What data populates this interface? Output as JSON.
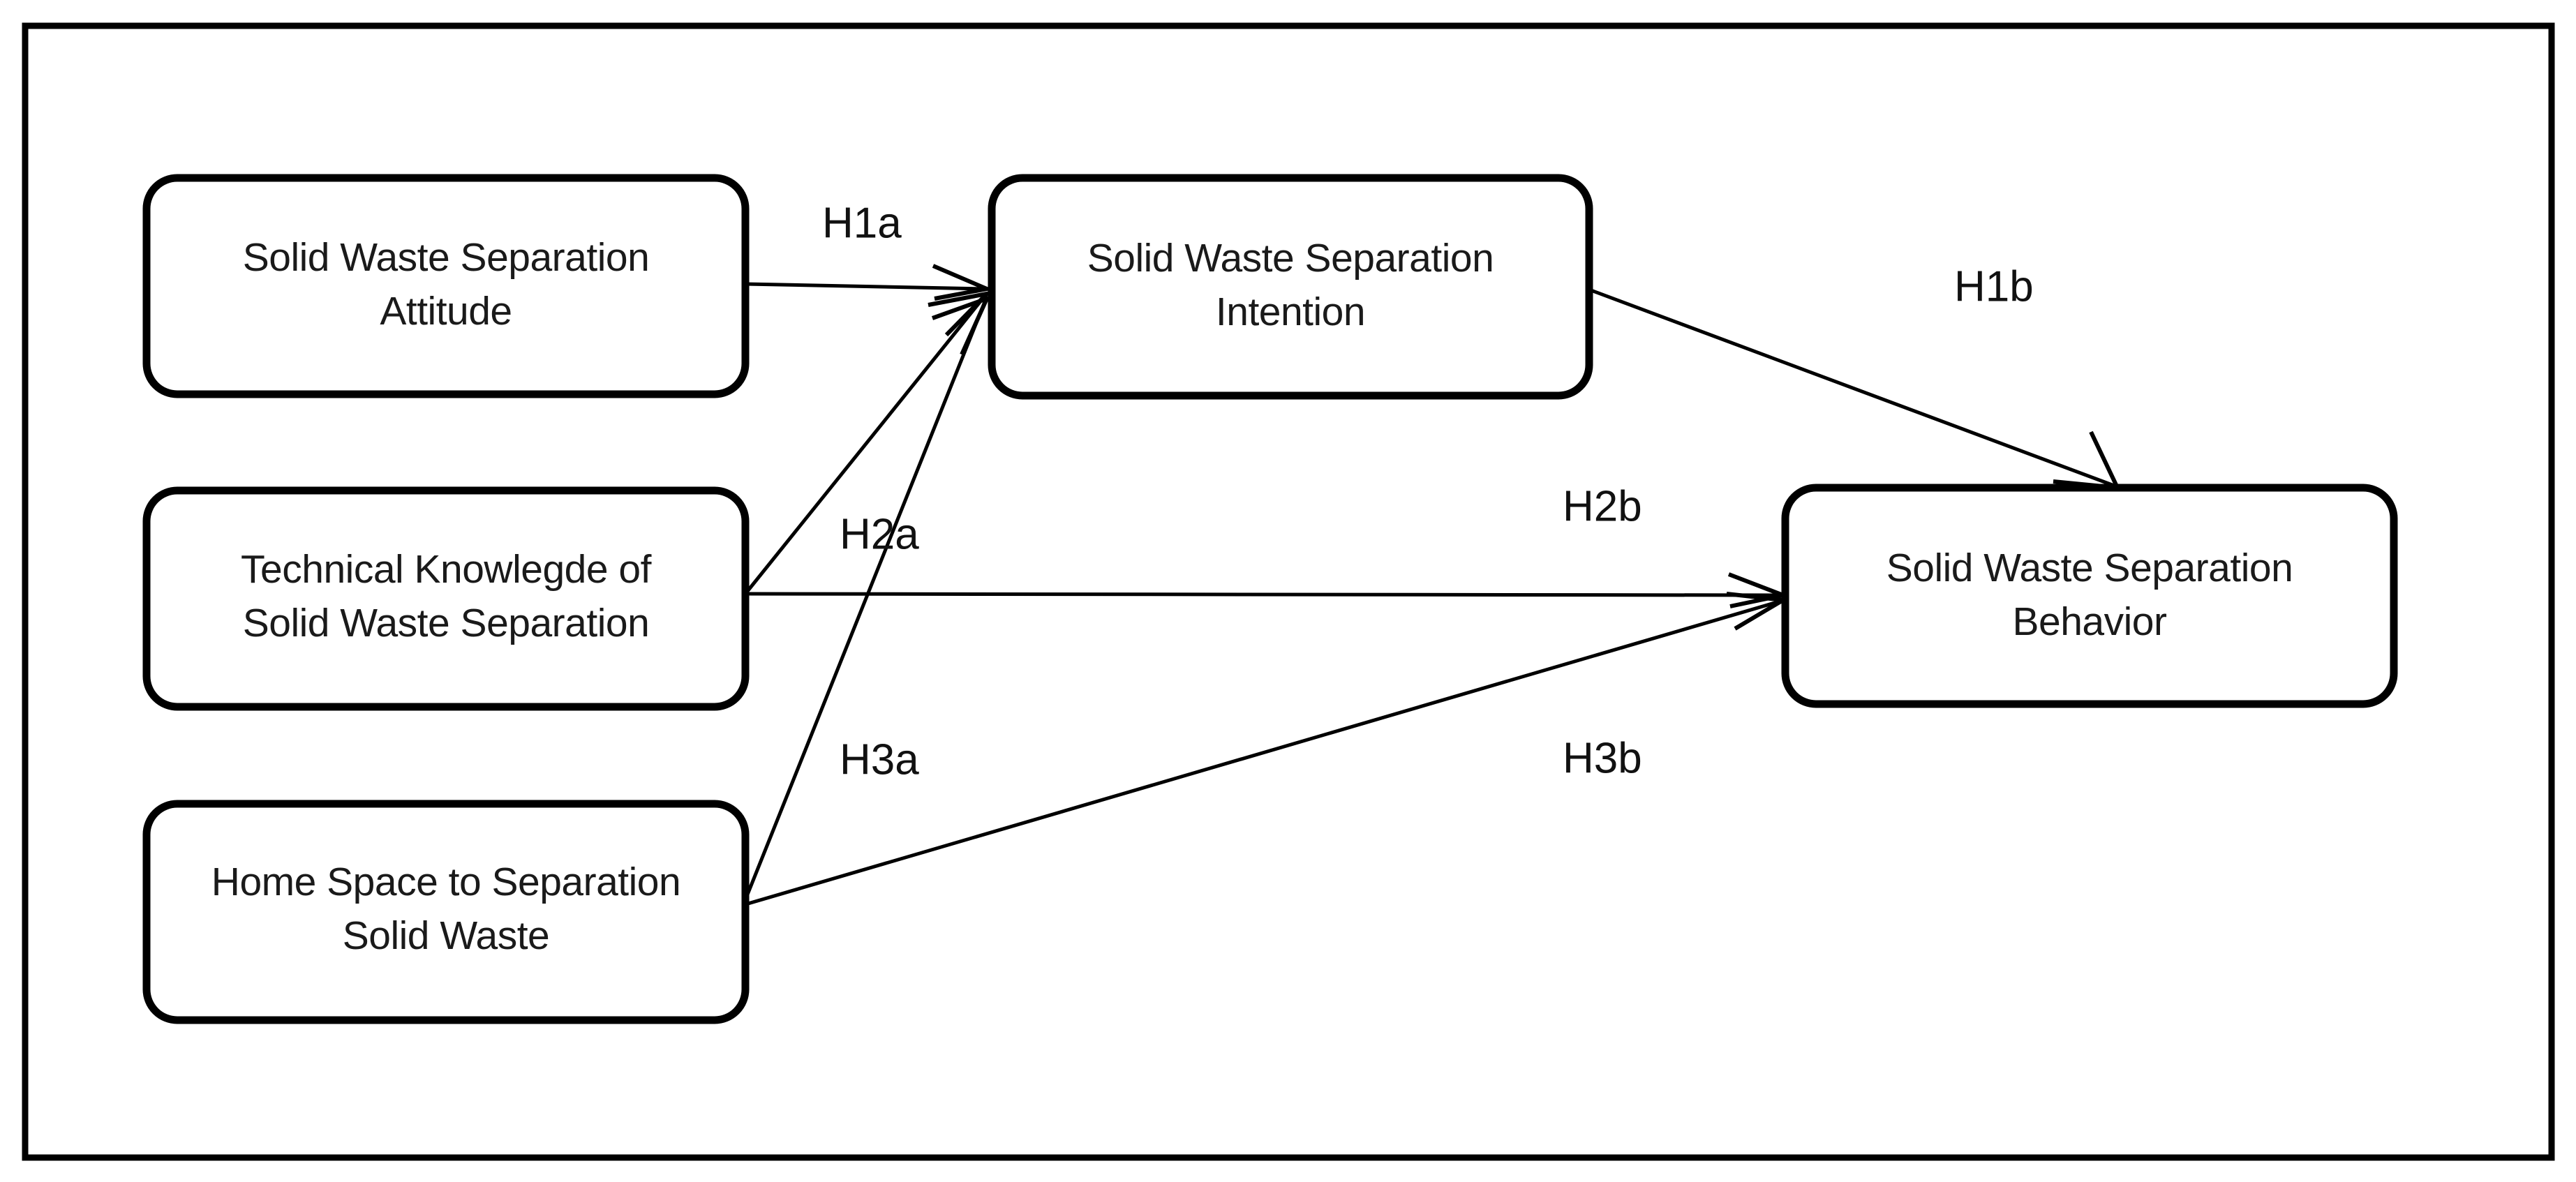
{
  "diagram": {
    "type": "conceptual-research-model",
    "background_color": "#ffffff",
    "line_color": "#000000",
    "frame": {
      "label": "outer-frame"
    },
    "nodes": [
      {
        "id": "attitude",
        "lines": [
          "Solid Waste Separation",
          "Attitude"
        ],
        "line1": "Solid Waste Separation",
        "line2": "Attitude"
      },
      {
        "id": "knowledge",
        "lines": [
          "Technical Knowlegde of",
          "Solid Waste Separation"
        ],
        "line1": "Technical Knowlegde of",
        "line2": "Solid Waste Separation"
      },
      {
        "id": "home-space",
        "lines": [
          "Home Space to Separation",
          "Solid Waste"
        ],
        "line1": "Home Space to Separation",
        "line2": "Solid Waste"
      },
      {
        "id": "intention",
        "lines": [
          "Solid Waste Separation",
          "Intention"
        ],
        "line1": "Solid Waste Separation",
        "line2": "Intention"
      },
      {
        "id": "behavior",
        "lines": [
          "Solid Waste Separation",
          "Behavior"
        ],
        "line1": "Solid Waste Separation",
        "line2": "Behavior"
      }
    ],
    "edges": [
      {
        "id": "h1a",
        "label": "H1a",
        "from": "attitude",
        "to": "intention"
      },
      {
        "id": "h1b",
        "label": "H1b",
        "from": "intention",
        "to": "behavior"
      },
      {
        "id": "h2a",
        "label": "H2a",
        "from": "knowledge",
        "to": "intention"
      },
      {
        "id": "h2b",
        "label": "H2b",
        "from": "knowledge",
        "to": "behavior"
      },
      {
        "id": "h3a",
        "label": "H3a",
        "from": "home-space",
        "to": "intention"
      },
      {
        "id": "h3b",
        "label": "H3b",
        "from": "home-space",
        "to": "behavior"
      }
    ]
  }
}
